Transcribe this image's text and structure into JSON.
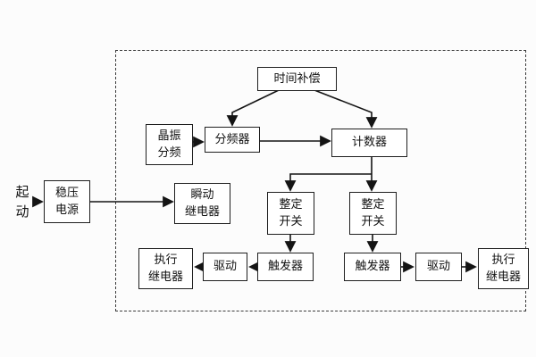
{
  "diagram": {
    "title": "relay-logic-block-diagram",
    "start_label": "起\n动",
    "nodes": {
      "time_compensation": "时间补偿",
      "crystal_divider": "晶振\n分频",
      "frequency_divider": "分频器",
      "counter": "计数器",
      "regulated_power": "稳压\n电源",
      "instant_relay": "瞬动\n继电器",
      "setting_switch_left": "整定\n开关",
      "setting_switch_right": "整定\n开关",
      "trigger_left": "触发器",
      "trigger_right": "触发器",
      "drive_left": "驱动",
      "drive_right": "驱动",
      "exec_relay_left": "执行\n继电器",
      "exec_relay_right": "执行\n继电器"
    },
    "colors": {
      "line": "#141414",
      "box_border": "#1f1f1f",
      "box_fill": "#ffffff",
      "background": "#fcfcfc",
      "dashed_frame": "#3a3a3a"
    }
  }
}
